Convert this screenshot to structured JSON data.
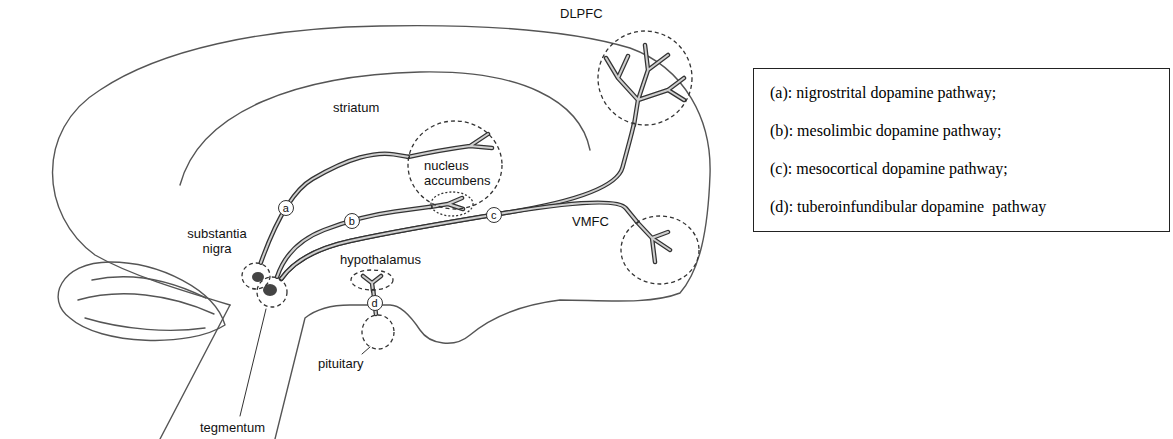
{
  "diagram": {
    "nodes": [
      {
        "text": [
          "DLPFC"
        ]
      },
      {
        "text": [
          "striatum"
        ]
      },
      {
        "text": [
          "nucleus accumbens"
        ],
        "in": 1
      },
      {
        "text": [
          "substantia nigra"
        ]
      },
      {
        "text": [
          "hypothalamus"
        ]
      },
      {
        "text": [
          "VMFC"
        ]
      },
      {
        "text": [
          "pituitary"
        ]
      },
      {
        "text": [
          "tegmentum"
        ]
      },
      {
        "text": [
          "(a): nigrostrital dopamine pathway;",
          "(b): mesolimbic dopamine pathway;",
          "(c): mesocortical dopamine pathway;",
          "(d): tuberoinfundibular dopamine  pathway"
        ]
      }
    ],
    "edges": [
      {
        "from": 3,
        "to": 1,
        "arrow": "none",
        "label": "a"
      },
      {
        "from": 7,
        "to": 2,
        "arrow": "none",
        "label": "b"
      },
      {
        "from": 7,
        "to": 0,
        "arrow": "none",
        "label": "c"
      },
      {
        "from": 7,
        "to": 5,
        "arrow": "none"
      },
      {
        "from": 4,
        "to": 6,
        "arrow": "none",
        "label": "d"
      }
    ]
  }
}
